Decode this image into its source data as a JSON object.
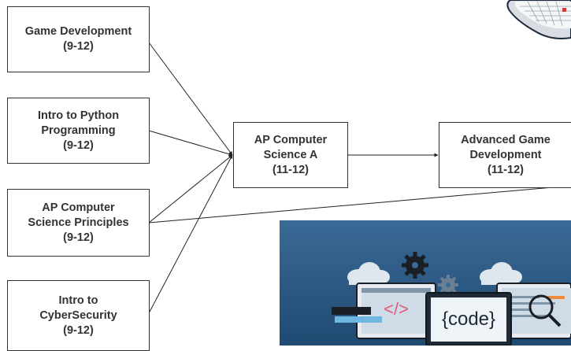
{
  "courses": {
    "game_dev": {
      "name": "Game Development",
      "grades": "(9-12)"
    },
    "python": {
      "name_1": "Intro to Python",
      "name_2": "Programming",
      "grades": "(9-12)"
    },
    "csp": {
      "name_1": "AP Computer",
      "name_2": "Science Principles",
      "grades": "(9-12)"
    },
    "cyber": {
      "name_1": "Intro to",
      "name_2": "CyberSecurity",
      "grades": "(9-12)"
    },
    "csa": {
      "name_1": "AP Computer",
      "name_2": "Science A",
      "grades": "(11-12)"
    },
    "adv_game": {
      "name_1": "Advanced Game",
      "name_2": "Development",
      "grades": "(11-12)"
    }
  },
  "illustration": {
    "html_tag": "</>",
    "code_text": "{code}"
  },
  "colors": {
    "border": "#333333",
    "text": "#333333",
    "banner_bg": "#2f5f8e"
  }
}
